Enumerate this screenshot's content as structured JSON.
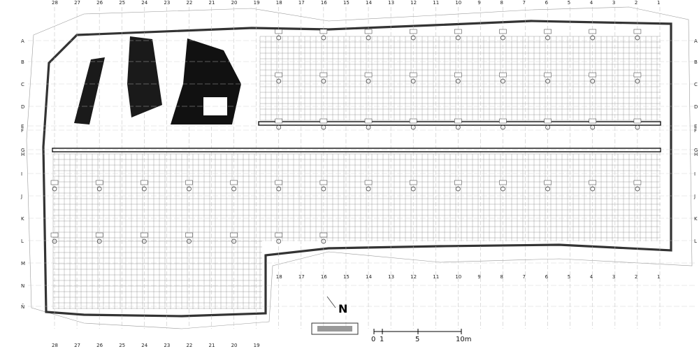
{
  "drawing": {
    "columns": [
      "28",
      "27",
      "26",
      "25",
      "24",
      "23",
      "22",
      "21",
      "20",
      "19",
      "18",
      "17",
      "16",
      "15",
      "14",
      "13",
      "12",
      "11",
      "10",
      "9",
      "8",
      "7",
      "6",
      "5",
      "4",
      "3",
      "2",
      "1"
    ],
    "columns_bottom": [
      "28",
      "27",
      "26",
      "25",
      "24",
      "23",
      "22",
      "21",
      "20",
      "19"
    ],
    "columns_mid": [
      "18",
      "17",
      "16",
      "15",
      "14",
      "13",
      "12",
      "11",
      "10",
      "9",
      "8",
      "7",
      "6",
      "5",
      "4",
      "3",
      "2",
      "1"
    ],
    "rows": [
      "A",
      "B",
      "C",
      "D",
      "E",
      "F",
      "G",
      "H",
      "I",
      "J",
      "K",
      "L",
      "M",
      "N",
      "Ñ"
    ],
    "north": "N",
    "scale": [
      "0",
      "1",
      "5",
      "10m"
    ]
  }
}
